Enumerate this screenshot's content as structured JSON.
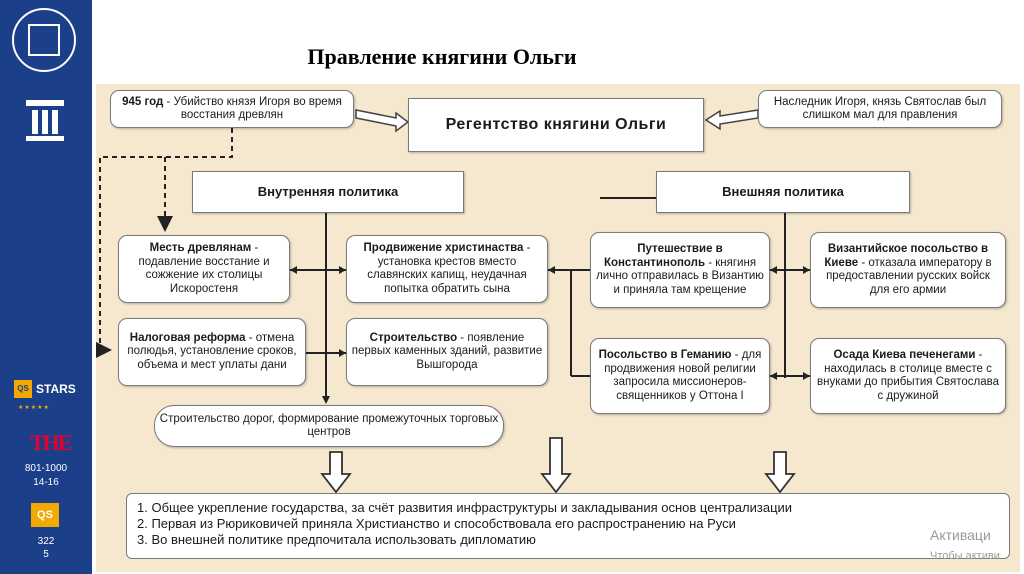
{
  "title": "Правление княгини Ольги",
  "sidebar": {
    "stars": "STARS",
    "the": "THE",
    "rank1": "801-1000",
    "rank2": "14-16",
    "qs": "QS",
    "num1": "322",
    "num2": "5"
  },
  "regency": "Регентство княгини Ольги",
  "event945": {
    "bold": "945 год",
    "text": " - Убийство князя Игоря во время восстания древлян"
  },
  "heir": "Наследник Игоря, князь Святослав был слишком мал для правления",
  "internal": "Внутренняя политика",
  "external": "Внешняя политика",
  "revenge": {
    "bold": "Месть древлянам",
    "text": " - подавление восстание и сожжение их столицы Искоростеня"
  },
  "tax": {
    "bold": "Налоговая реформа",
    "text": " - отмена полюдья, установление сроков, объема и мест уплаты дани"
  },
  "christ": {
    "bold": "Продвижение христинаства",
    "text": " - установка крестов вместо славянских капищ, неудачная попытка обратить сына"
  },
  "build": {
    "bold": "Строительство",
    "text": " - появление первых каменных зданий, развитие Вышгорода"
  },
  "roads": "Строительство дорог, формирование промежуточных торговых центров",
  "trip": {
    "bold": "Путешествие в Константинополь",
    "text": " - княгиня лично отправилась в Византию и приняла там крещение"
  },
  "embassy_byz": {
    "bold": "Византийское посольство в Киеве",
    "text": " - отказала императору в предоставлении русских войск для его армии"
  },
  "embassy_ger": {
    "bold": "Посольство в Геманию",
    "text": " - для продвижения новой религии запросила миссионеров-священников у Оттона I"
  },
  "siege": {
    "bold": "Осада Киева печенегами",
    "text": " - находилась в столице вместе с внуками до прибытия Святослава с дружиной"
  },
  "conclusions": [
    "1. Общее укрепление государства, за счёт развития инфраструктуры и закладывания основ централизации",
    "2. Первая из Рюриковичей приняла Христианство и способствовала его распространению на Руси",
    "3. Во внешней политике предпочитала использовать дипломатию"
  ],
  "watermark": {
    "line1": "Активаци",
    "line2": "Чтобы активи"
  },
  "colors": {
    "sidebar": "#1c3f8a",
    "panel": "#f5e8cf",
    "accent": "#f2a900"
  }
}
